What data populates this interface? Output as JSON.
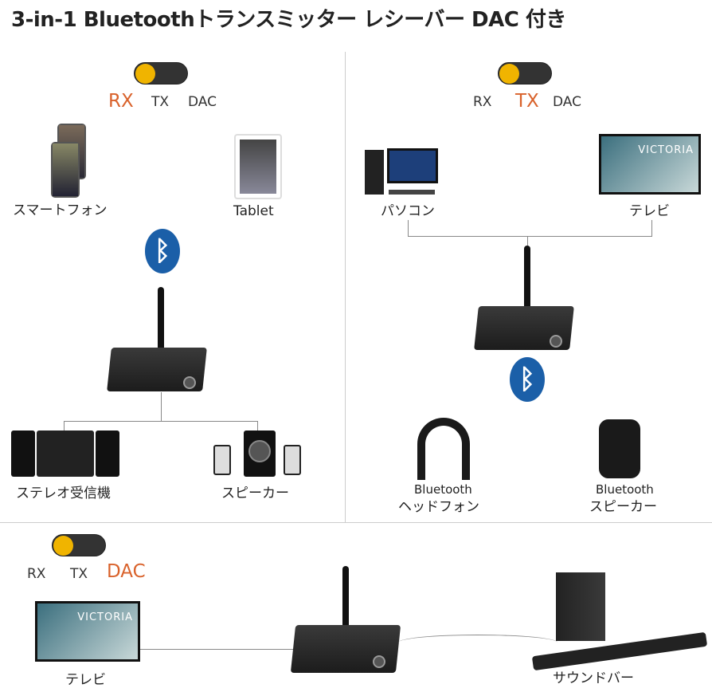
{
  "title": "3-in-1 Bluetoothトランスミッター レシーバー DAC 付き",
  "colors": {
    "active_mode": "#d9622b",
    "toggle_knob": "#f0b400",
    "toggle_track": "#333333",
    "bluetooth": "#1b5fa8"
  },
  "panels": {
    "rx": {
      "modes": [
        "RX",
        "TX",
        "DAC"
      ],
      "active": "RX",
      "sources": [
        "スマートフォン",
        "Tablet"
      ],
      "outputs": [
        "ステレオ受信機",
        "スピーカー"
      ],
      "icon": "bluetooth-icon"
    },
    "tx": {
      "modes": [
        "RX",
        "TX",
        "DAC"
      ],
      "active": "TX",
      "sources": [
        "パソコン",
        "テレビ"
      ],
      "outputs": [
        "Bluetooth\nヘッドフォン",
        "Bluetooth\nスピーカー"
      ],
      "outputs_line1": [
        "Bluetooth",
        "Bluetooth"
      ],
      "outputs_line2": [
        "ヘッドフォン",
        "スピーカー"
      ],
      "icon": "bluetooth-icon",
      "tv_brand": "VICTORIA"
    },
    "dac": {
      "modes": [
        "RX",
        "TX",
        "DAC"
      ],
      "active": "DAC",
      "source": "テレビ",
      "output": "サウンドバー",
      "tv_brand": "VICTORIA"
    }
  }
}
